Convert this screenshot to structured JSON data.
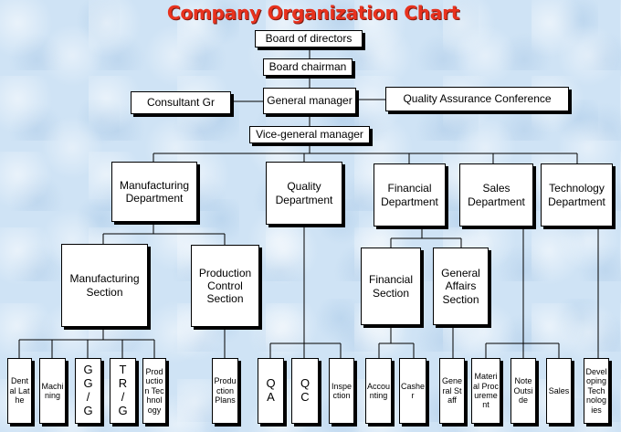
{
  "title": "Company Organization Chart",
  "nodes": {
    "board": "Board of directors",
    "chairman": "Board chairman",
    "gm": "General manager",
    "consultant": "Consultant Gr",
    "qac": "Quality Assurance Conference",
    "vgm": "Vice-general manager",
    "mfg_dept": "Manufacturing Department",
    "quality_dept": "Quality Department",
    "fin_dept": "Financial Department",
    "sales_dept": "Sales Department",
    "tech_dept": "Technology Department",
    "mfg_section": "Manufacturing Section",
    "pc_section": "Production Control Section",
    "fin_section": "Financial Section",
    "ga_section": "General Affairs Section"
  },
  "leaves": {
    "dental_lathe": "Dental Lathe",
    "machining": "Machining",
    "gg": "G G / G",
    "trg": "T R / G",
    "prod_tech": "Production Technology",
    "prod_plans": "Production Plans",
    "qa": "Q A",
    "qc": "Q C",
    "inspection": "Inspection",
    "accounting": "Accounting",
    "casher": "Casher",
    "general_staff": "General Staff",
    "material": "Material Procurement",
    "noteout": "Note Outside",
    "sales": "Sales",
    "developing": "Developing Technologies"
  }
}
